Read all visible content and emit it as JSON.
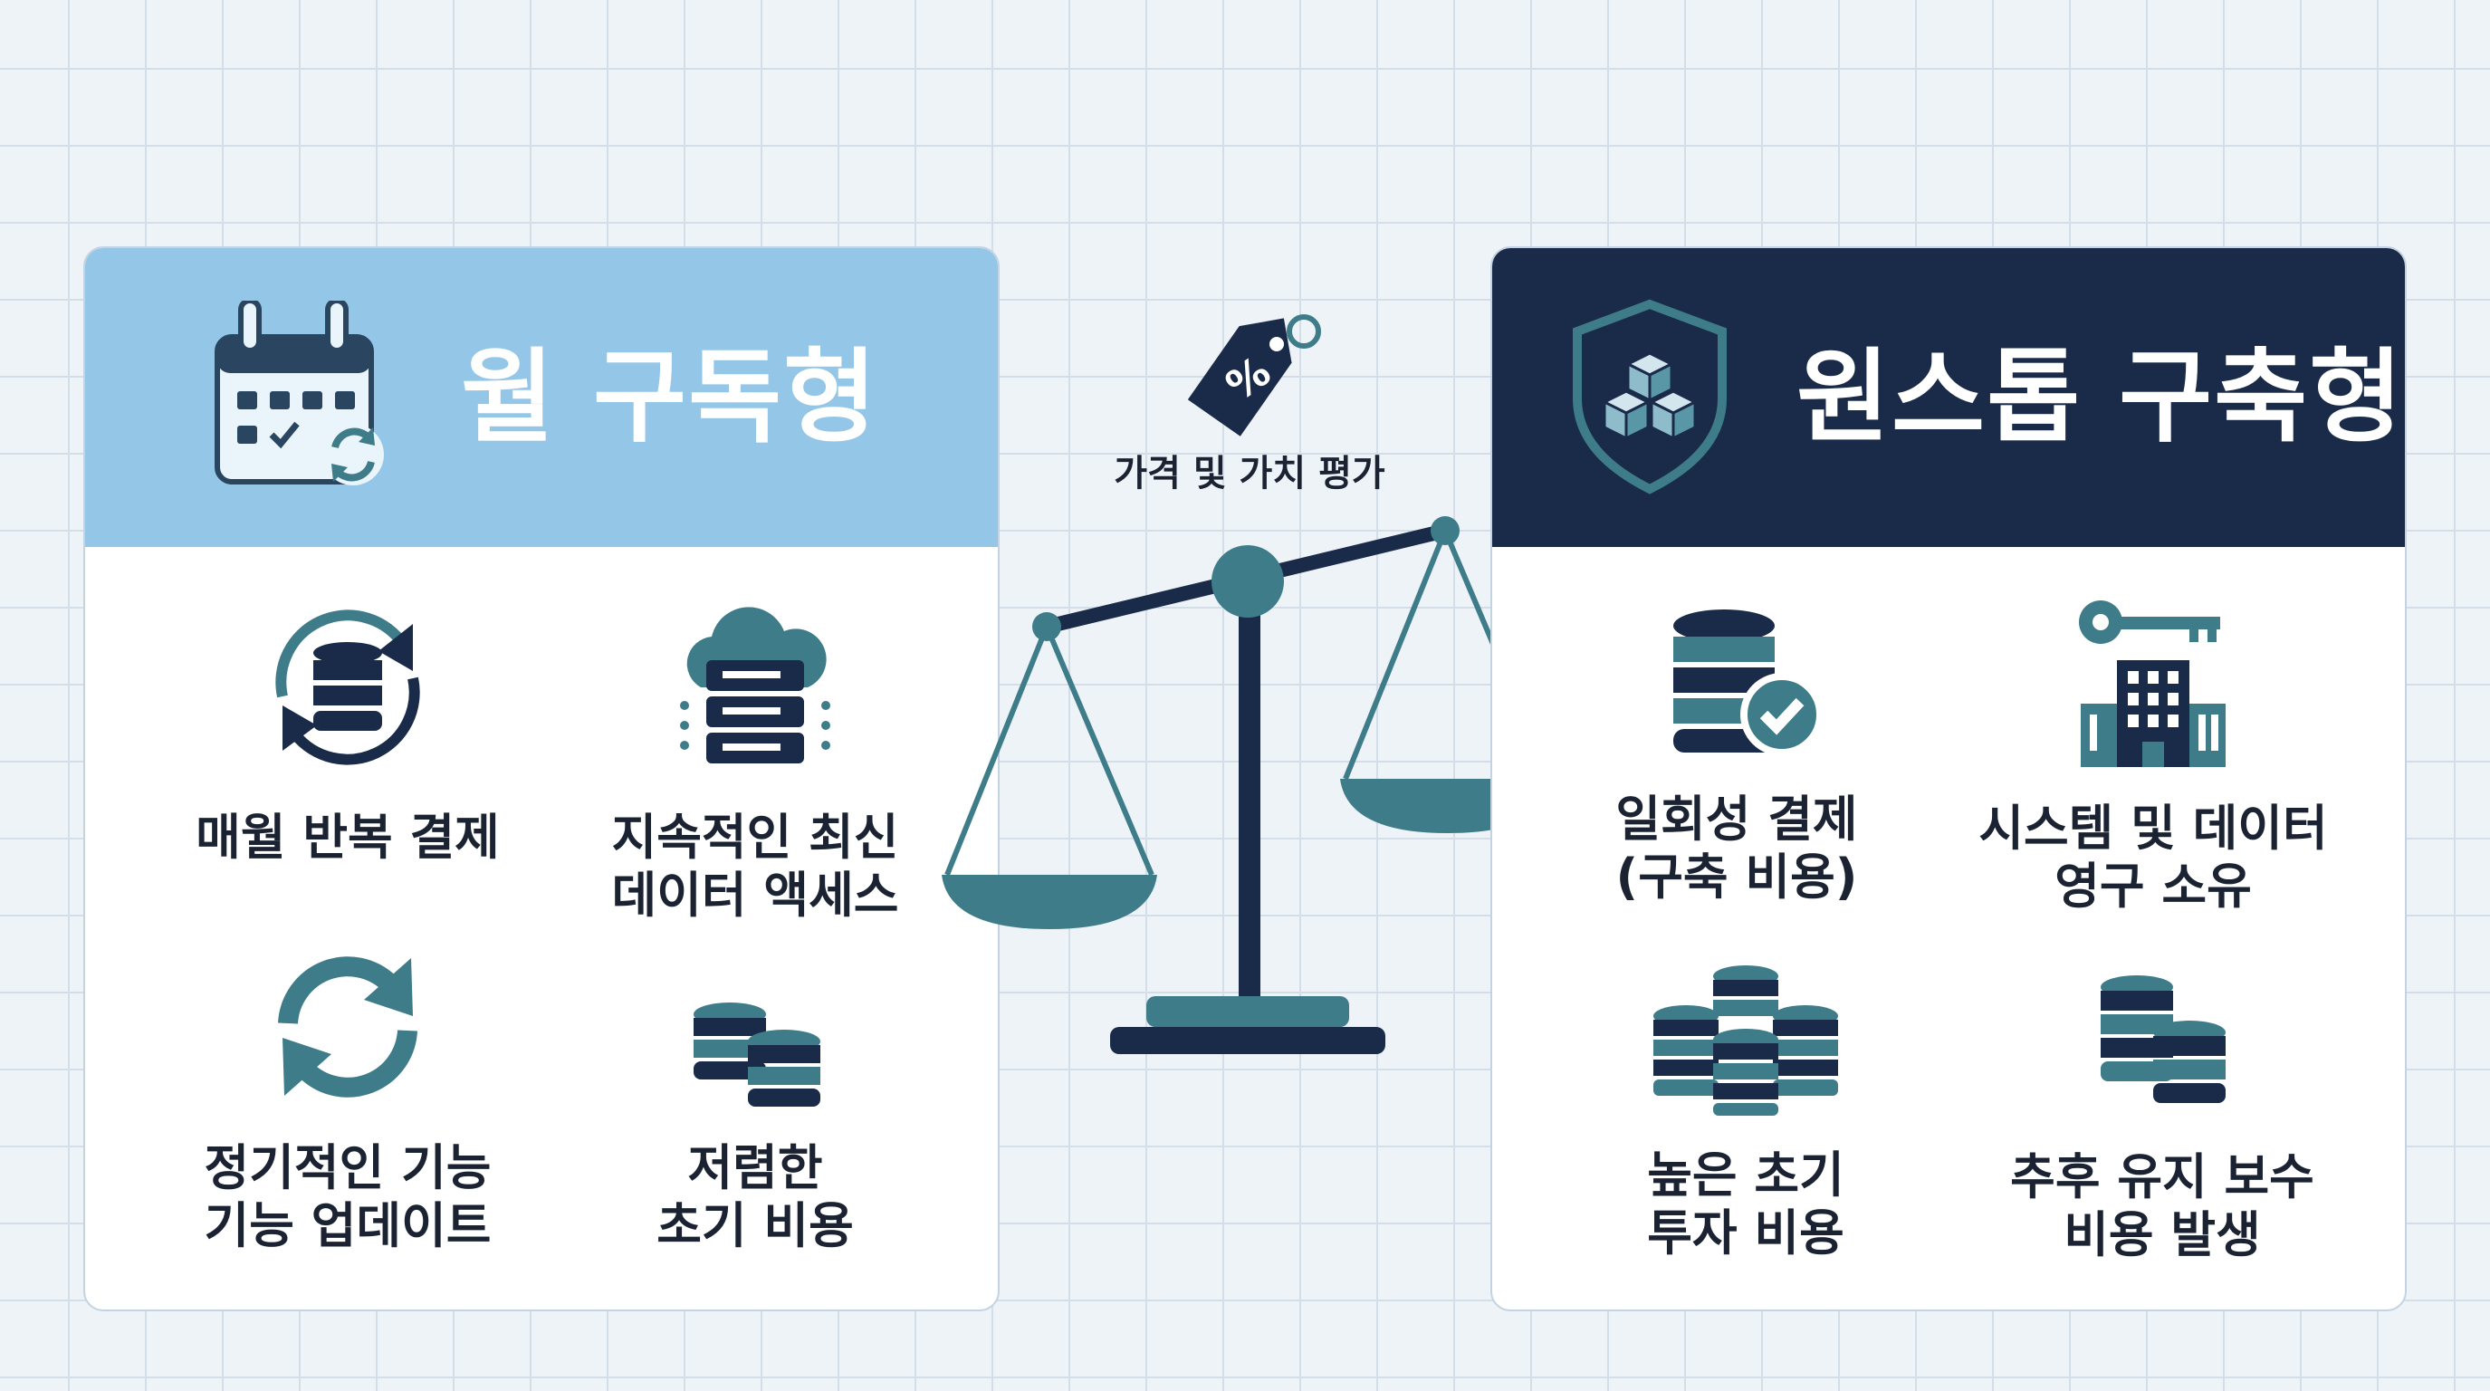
{
  "left_card": {
    "title": "월 구독형",
    "features": [
      {
        "label": "매월 반복 결제",
        "icon": "database-cycle-icon"
      },
      {
        "label": "지속적인 최신\n데이터 액세스",
        "icon": "cloud-server-icon"
      },
      {
        "label": "정기적인 기능\n기능 업데이트",
        "icon": "refresh-icon"
      },
      {
        "label": "저렴한\n초기 비용",
        "icon": "coins-icon"
      }
    ]
  },
  "right_card": {
    "title": "원스톱 구축형",
    "features": [
      {
        "label": "일회성 결제\n(구축 비용)",
        "icon": "database-check-icon"
      },
      {
        "label": "시스템 및 데이터\n영구 소유",
        "icon": "key-building-icon"
      },
      {
        "label": "높은 초기\n투자 비용",
        "icon": "coin-stacks-icon"
      },
      {
        "label": "추후 유지 보수\n비용 발생",
        "icon": "coins-icon"
      }
    ]
  },
  "center": {
    "tag_label": "가격 및 가치 평가",
    "tag_icon": "percent-tag-icon",
    "scale_icon": "balance-scale-icon"
  },
  "colors": {
    "light_blue": "#94c6e7",
    "navy": "#1a2b4a",
    "teal": "#3d7c88",
    "text": "#1b2333"
  }
}
